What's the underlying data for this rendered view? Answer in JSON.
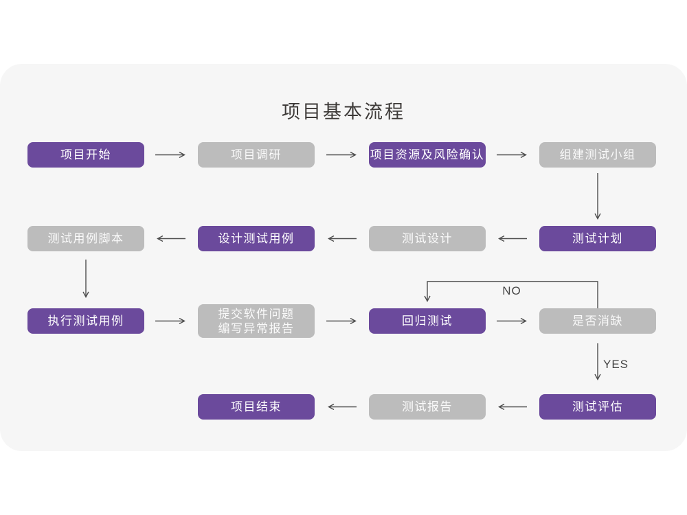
{
  "title": "项目基本流程",
  "edge_labels": {
    "no": "NO",
    "yes": "YES"
  },
  "colors": {
    "node_purple": "#6b4a9c",
    "node_gray": "#bcbcbc",
    "card_background": "#f6f6f6",
    "arrow": "#4d4d4d",
    "title_text": "#3d3a38"
  },
  "nodes": [
    {
      "id": "project-start",
      "label": "项目开始",
      "variant": "purple"
    },
    {
      "id": "project-research",
      "label": "项目调研",
      "variant": "gray"
    },
    {
      "id": "resource-risk-confirm",
      "label": "项目资源及风险确认",
      "variant": "purple"
    },
    {
      "id": "build-test-team",
      "label": "组建测试小组",
      "variant": "gray"
    },
    {
      "id": "test-case-script",
      "label": "测试用例脚本",
      "variant": "gray"
    },
    {
      "id": "design-test-cases",
      "label": "设计测试用例",
      "variant": "purple"
    },
    {
      "id": "test-design",
      "label": "测试设计",
      "variant": "gray"
    },
    {
      "id": "test-plan",
      "label": "测试计划",
      "variant": "purple"
    },
    {
      "id": "execute-test-cases",
      "label": "执行测试用例",
      "variant": "purple"
    },
    {
      "id": "submit-issue-report",
      "lines": [
        "提交软件问题",
        "编写异常报告"
      ],
      "variant": "gray"
    },
    {
      "id": "regression-test",
      "label": "回归测试",
      "variant": "purple"
    },
    {
      "id": "defect-cleared",
      "label": "是否消缺",
      "variant": "gray"
    },
    {
      "id": "test-evaluation",
      "label": "测试评估",
      "variant": "purple"
    },
    {
      "id": "test-report",
      "label": "测试报告",
      "variant": "gray"
    },
    {
      "id": "project-end",
      "label": "项目结束",
      "variant": "purple"
    }
  ]
}
